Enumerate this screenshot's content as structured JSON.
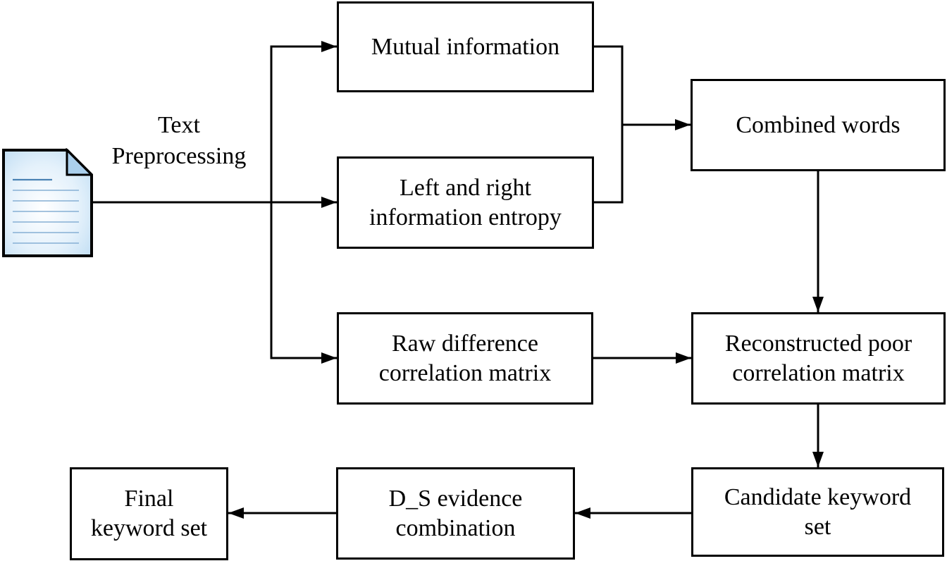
{
  "diagram": {
    "type": "flowchart",
    "edge_label": "Text\nPreprocessing",
    "nodes": [
      {
        "id": "mutual-information",
        "label": "Mutual information"
      },
      {
        "id": "left-right-information-entropy",
        "label": "Left and right\ninformation entropy"
      },
      {
        "id": "combined-words",
        "label": "Combined words"
      },
      {
        "id": "raw-difference-correlation-matrix",
        "label": "Raw difference\ncorrelation matrix"
      },
      {
        "id": "reconstructed-poor-correlation-matrix",
        "label": "Reconstructed poor\ncorrelation matrix"
      },
      {
        "id": "candidate-keyword-set",
        "label": "Candidate keyword\nset"
      },
      {
        "id": "ds-evidence-combination",
        "label": "D_S evidence\ncombination"
      },
      {
        "id": "final-keyword-set",
        "label": "Final\nkeyword set"
      }
    ],
    "icons": [
      {
        "id": "document-icon",
        "meaning": "input text document"
      }
    ],
    "edges": [
      {
        "from": "document-icon",
        "to": "mutual-information",
        "label": "Text Preprocessing"
      },
      {
        "from": "document-icon",
        "to": "left-right-information-entropy",
        "label": "Text Preprocessing"
      },
      {
        "from": "document-icon",
        "to": "raw-difference-correlation-matrix",
        "label": "Text Preprocessing"
      },
      {
        "from": "mutual-information",
        "to": "combined-words"
      },
      {
        "from": "left-right-information-entropy",
        "to": "combined-words"
      },
      {
        "from": "combined-words",
        "to": "reconstructed-poor-correlation-matrix"
      },
      {
        "from": "raw-difference-correlation-matrix",
        "to": "reconstructed-poor-correlation-matrix"
      },
      {
        "from": "reconstructed-poor-correlation-matrix",
        "to": "candidate-keyword-set"
      },
      {
        "from": "candidate-keyword-set",
        "to": "ds-evidence-combination"
      },
      {
        "from": "ds-evidence-combination",
        "to": "final-keyword-set"
      }
    ],
    "colors": {
      "line": "#000000",
      "box_fill": "#ffffff",
      "box_border": "#000000",
      "document_fill_edge": "#bddcf3",
      "document_fill_center": "#ffffff",
      "document_fold": "#aacfec",
      "document_rule_lines": "#86afd4"
    }
  }
}
